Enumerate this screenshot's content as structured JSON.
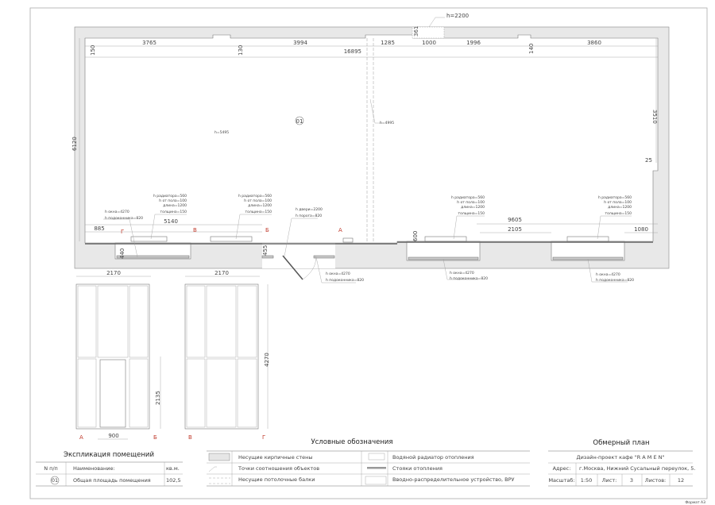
{
  "plan": {
    "top_dims": [
      "3765",
      "3994",
      "16895",
      "1285",
      "1000",
      "1996",
      "3860"
    ],
    "side_dims": {
      "left_height": "6120",
      "top_left_wall": "150",
      "top_mid_wall": "130",
      "top_right_wall": "140",
      "niche": "361",
      "right_upper": "3510",
      "right_step": "25"
    },
    "bottom_dims": {
      "d885": "885",
      "d5140": "5140",
      "d9605": "9605",
      "d2105": "2105",
      "d1080": "1080",
      "d600": "600",
      "d440": "440",
      "d455": "455"
    },
    "room_number": "01",
    "ceiling_height": "h=5495",
    "beam_height": "h=4995",
    "niche_height": "h=2200",
    "section_marks": [
      "А",
      "Б",
      "В",
      "Г"
    ],
    "radiator_note": [
      "h радиатора=560",
      "h от пола=100",
      "длина=1200",
      "толщина=150"
    ],
    "window_note": [
      "h окна=4270",
      "h подоконника=820"
    ],
    "door_note": [
      "h двери=2200",
      "h порога=820"
    ]
  },
  "elevations": {
    "left": {
      "width": "2170",
      "door_height": "2135",
      "door_width": "900",
      "marks": [
        "А",
        "Б"
      ]
    },
    "right": {
      "width": "2170",
      "height": "4270",
      "marks": [
        "В",
        "Г"
      ]
    }
  },
  "explication": {
    "title": "Экспликация помещений",
    "headers": [
      "N п/п",
      "Наименование:",
      "кв.м."
    ],
    "rows": [
      {
        "num": "01",
        "name": "Общая площадь помещения",
        "area": "102,5"
      }
    ]
  },
  "legend": {
    "title": "Условные обозначения",
    "items": [
      {
        "icon": "brick-wall-swatch",
        "label": "Несущие кирпичные стены"
      },
      {
        "icon": "reference-point-mark",
        "label": "Точки соотношения объектов"
      },
      {
        "icon": "dashed-beam-line",
        "label": "Несущие потолочные балки"
      },
      {
        "icon": "radiator-symbol",
        "label": "Водяной радиатор отопления"
      },
      {
        "icon": "heating-riser-symbol",
        "label": "Стояки отопления"
      },
      {
        "icon": "distribution-box-symbol",
        "label": "Вводно-распределительное устройство, ВРУ"
      }
    ]
  },
  "title_block": {
    "title": "Обмерный план",
    "project": "Дизайн-проект кафе \"R A M E N\"",
    "address_label": "Адрес:",
    "address": "г.Москва, Нижний Сусальный переулок, 5.",
    "scale_label": "Масштаб:",
    "scale": "1:50",
    "sheet_label": "Лист:",
    "sheet": "3",
    "sheets_label": "Листов:",
    "sheets": "12"
  },
  "format": "Формат А3",
  "colors": {
    "wall": "#e6e6e6",
    "mark": "#c0392b",
    "line": "#777777"
  }
}
